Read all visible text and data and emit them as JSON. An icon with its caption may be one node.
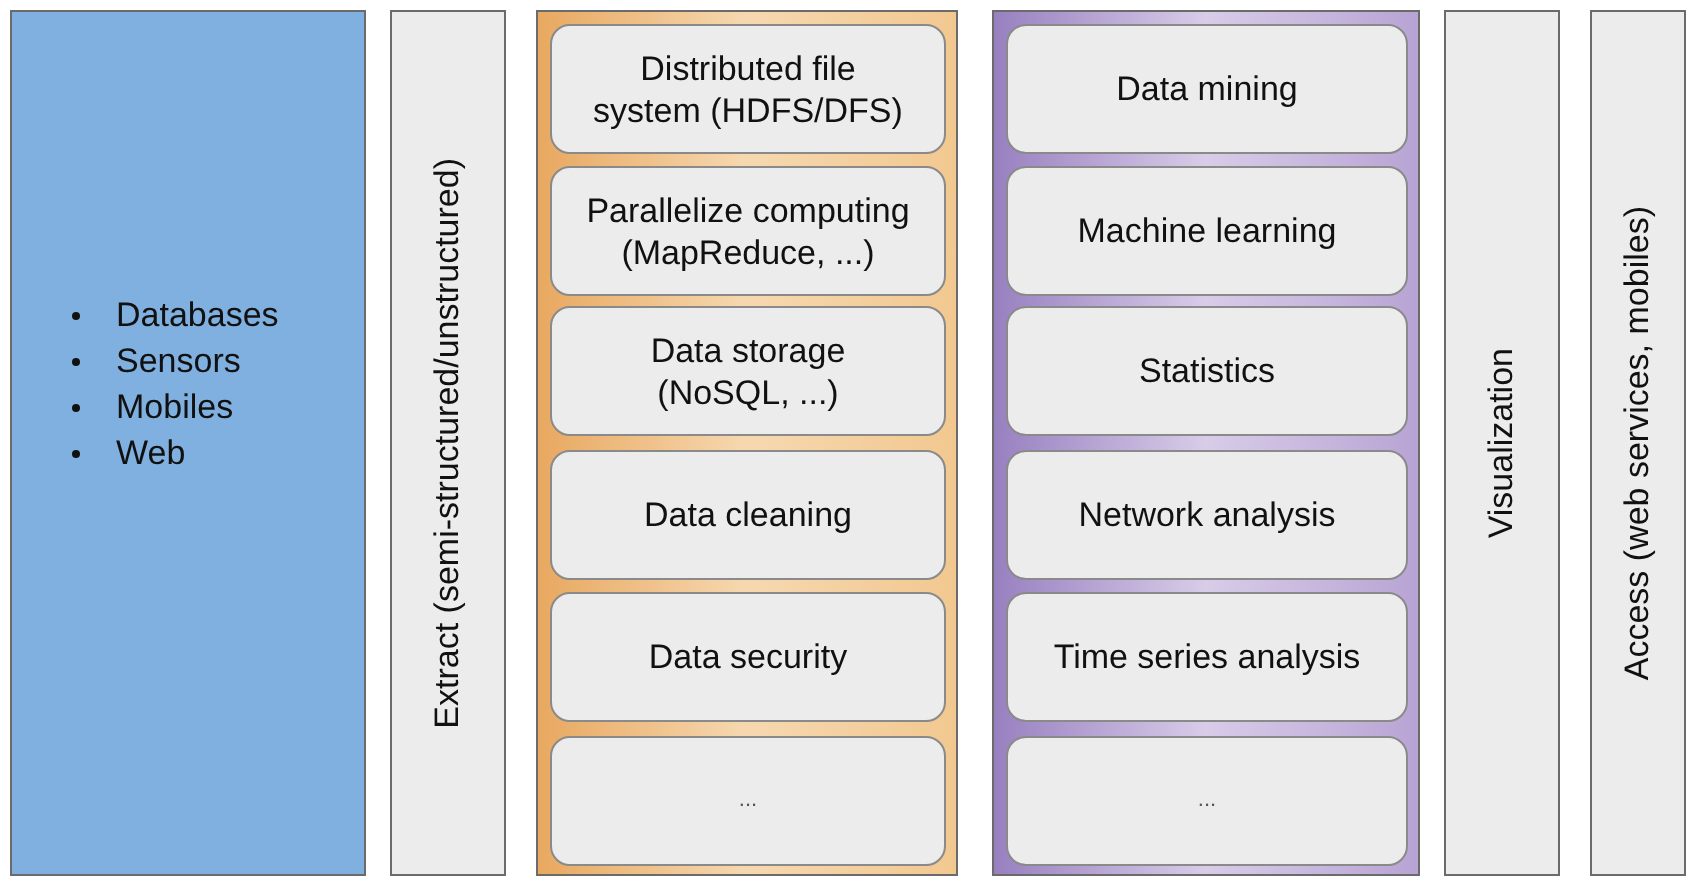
{
  "diagram": {
    "nodes": [
      {
        "text": [
          "Databases",
          "Sensors",
          "Mobiles",
          "Web"
        ]
      },
      {
        "text": [
          "Extract (semi-structured/unstructured)"
        ]
      },
      {
        "text": [],
        "shape": "box"
      },
      {
        "text": [
          "Distributed file system (HDFS/DFS)"
        ],
        "in": 2
      },
      {
        "text": [
          "Parallelize computing (MapReduce, ...)"
        ],
        "in": 2
      },
      {
        "text": [
          "Data storage (NoSQL, ...)"
        ],
        "in": 2
      },
      {
        "text": [
          "Data cleaning"
        ],
        "in": 2
      },
      {
        "text": [
          "Data security"
        ],
        "in": 2
      },
      {
        "text": [
          "..."
        ],
        "in": 2
      },
      {
        "text": [],
        "shape": "box"
      },
      {
        "text": [
          "Data mining"
        ],
        "in": 9
      },
      {
        "text": [
          "Machine learning"
        ],
        "in": 9
      },
      {
        "text": [
          "Statistics"
        ],
        "in": 9
      },
      {
        "text": [
          "Network analysis"
        ],
        "in": 9
      },
      {
        "text": [
          "Time series analysis"
        ],
        "in": 9
      },
      {
        "text": [
          "..."
        ],
        "in": 9
      },
      {
        "text": [
          "Visualization"
        ]
      },
      {
        "text": [
          "Access (web services, mobiles)"
        ]
      }
    ],
    "edges": []
  }
}
